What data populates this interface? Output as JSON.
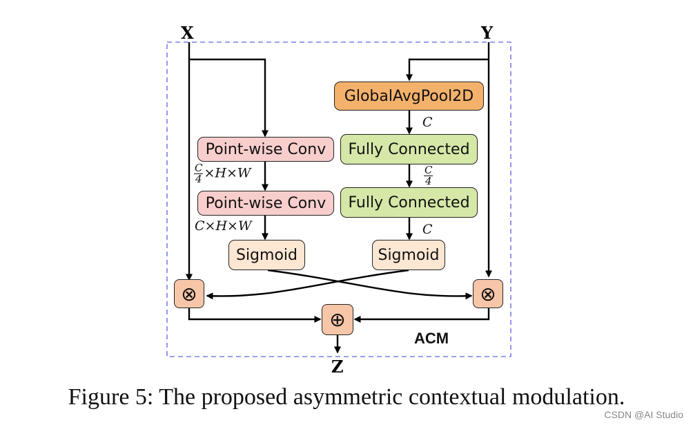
{
  "diagram": {
    "inputs": {
      "x": "X",
      "y": "Y"
    },
    "output": "Z",
    "module_label": "ACM",
    "left_branch": {
      "conv1": "Point-wise Conv",
      "dim1_frac_num": "C",
      "dim1_frac_den": "4",
      "dim1_rest": "×H×W",
      "conv2": "Point-wise Conv",
      "dim2": "C×H×W",
      "sigmoid": "Sigmoid"
    },
    "right_branch": {
      "pool": "GlobalAvgPool2D",
      "dim0": "C",
      "fc1": "Fully Connected",
      "dim1_frac_num": "C",
      "dim1_frac_den": "4",
      "fc2": "Fully Connected",
      "dim2": "C",
      "sigmoid": "Sigmoid"
    },
    "ops": {
      "multiply": "⊗",
      "add": "⊕"
    },
    "colors": {
      "pointwise_conv": "#f8cecc",
      "fully_connected": "#d5e8a8",
      "global_pool": "#f4b16b",
      "sigmoid": "#fde6d2",
      "operator": "#f7c6a8",
      "frame": "#7b7bea"
    }
  },
  "caption": "Figure 5: The proposed asymmetric contextual modulation.",
  "watermark": "CSDN @AI Studio"
}
